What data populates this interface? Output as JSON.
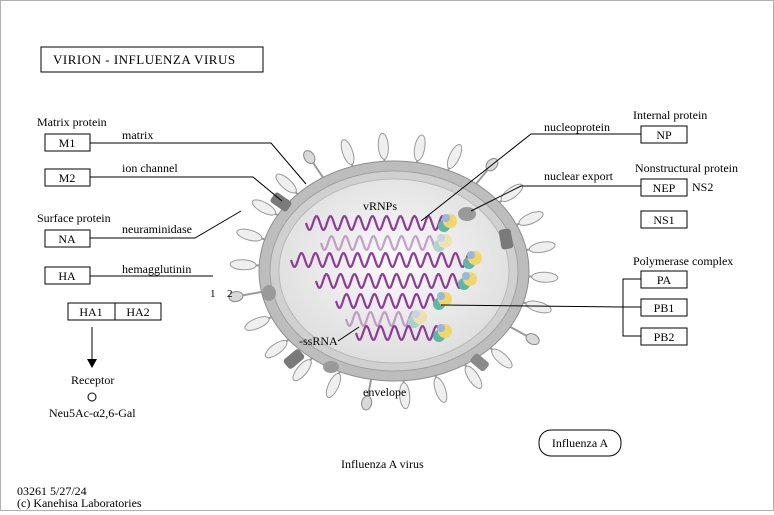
{
  "title": "VIRION  -  INFLUENZA  VIRUS",
  "groups": {
    "matrix_protein": "Matrix protein",
    "surface_protein": "Surface protein",
    "internal_protein": "Internal protein",
    "nonstructural_protein": "Nonstructural protein",
    "polymerase_complex": "Polymerase complex"
  },
  "genes": {
    "m1": "M1",
    "m2": "M2",
    "na": "NA",
    "ha": "HA",
    "ha1": "HA1",
    "ha2": "HA2",
    "np": "NP",
    "nep": "NEP",
    "ns1": "NS1",
    "pa": "PA",
    "pb1": "PB1",
    "pb2": "PB2"
  },
  "labels": {
    "matrix": "matrix",
    "ion_channel": "ion channel",
    "neuraminidase": "neuraminidase",
    "hemagglutinin": "hemagglutinin",
    "nucleoprotein": "nucleoprotein",
    "nuclear_export": "nuclear export",
    "ns2": "NS2",
    "vrnps": "vRNPs",
    "ssrna": "-ssRNA",
    "envelope": "envelope",
    "one": "1",
    "two": "2",
    "receptor": "Receptor",
    "receptor_glycan": "Neu5Ac-α2,6-Gal",
    "virus_caption": "Influenza A virus",
    "map_link": "Influenza A"
  },
  "footer": {
    "map_id": "03261 5/27/24",
    "copyright": "(c) Kanehisa Laboratories"
  },
  "colors": {
    "rna": "#8e3c97",
    "np_yellow": "#f1d66a",
    "np_teal": "#5fb6a8",
    "np_blue": "#9ab8dc",
    "membrane": "#b5b5b5",
    "interior": "#ececec"
  }
}
